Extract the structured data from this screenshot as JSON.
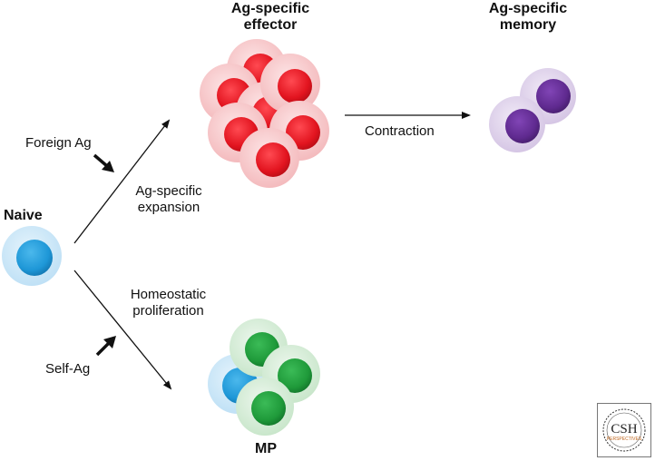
{
  "labels": {
    "effector_title_line1": "Ag-specific",
    "effector_title_line2": "effector",
    "memory_title_line1": "Ag-specific",
    "memory_title_line2": "memory",
    "naive": "Naive",
    "foreign_ag": "Foreign Ag",
    "ag_expansion_line1": "Ag-specific",
    "ag_expansion_line2": "expansion",
    "contraction": "Contraction",
    "homeostatic_line1": "Homeostatic",
    "homeostatic_line2": "proliferation",
    "self_ag": "Self-Ag",
    "mp": "MP"
  },
  "logo": {
    "text": "CSH",
    "subtext": "PERSPECTIVES"
  },
  "colors": {
    "red_outer": "#f6c4c6",
    "red_inner": "#e2141f",
    "blue_outer": "#c8e6f8",
    "blue_inner": "#1e97d7",
    "green_outer": "#d3ecd4",
    "green_inner": "#1f9a3a",
    "purple_outer": "#dccfe8",
    "purple_inner": "#5f2a8f",
    "arrow": "#111111"
  }
}
